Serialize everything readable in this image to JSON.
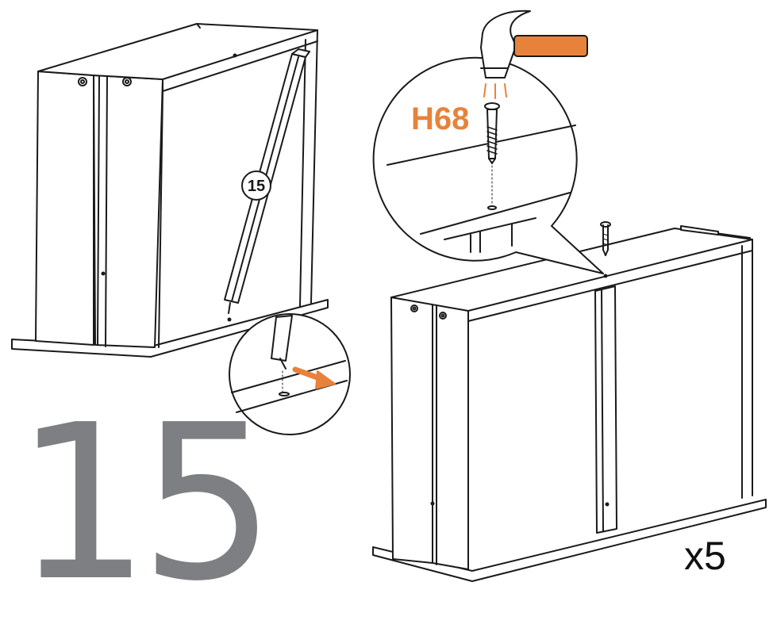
{
  "step": {
    "number": "15"
  },
  "callout": {
    "part_label": "H68",
    "component_badge": "15"
  },
  "quantity": {
    "label": "x5"
  },
  "colors": {
    "accent": "#e8823a",
    "step_number": "#7d7f82",
    "line": "#1a1a1a"
  },
  "icons": [
    "hammer-icon",
    "nail-icon",
    "direction-arrow-icon"
  ]
}
